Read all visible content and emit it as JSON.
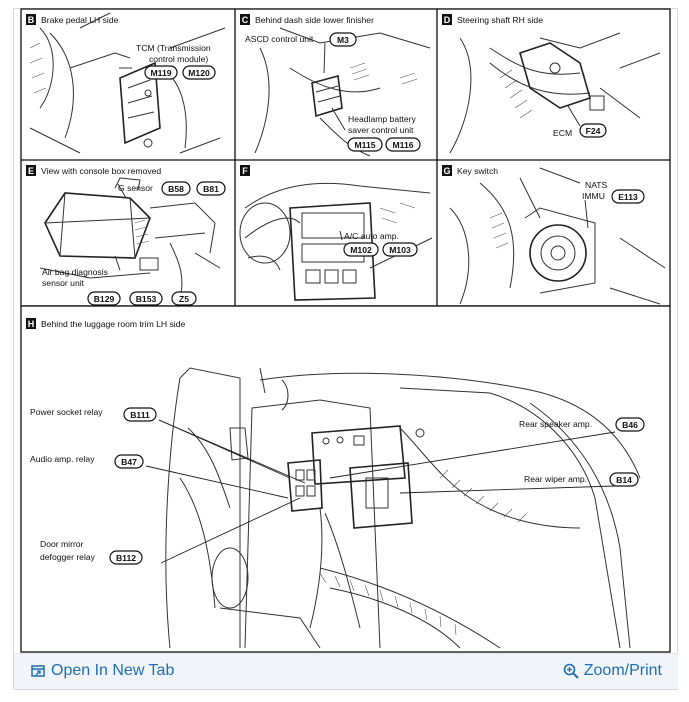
{
  "panels": {
    "B": {
      "letter": "B",
      "title": "Brake pedal LH side",
      "labels": [
        "TCM (Transmission",
        "control module)"
      ],
      "connectors": [
        "M119",
        "M120"
      ]
    },
    "C": {
      "letter": "C",
      "title": "Behind dash side lower  finisher",
      "labels": [
        "ASCD control unit",
        "Headlamp battery",
        "saver control unit"
      ],
      "connectors": [
        "M3",
        "M115",
        "M116"
      ]
    },
    "D": {
      "letter": "D",
      "title": "Steering shaft RH side",
      "labels": [
        "ECM"
      ],
      "connectors": [
        "F24"
      ]
    },
    "E": {
      "letter": "E",
      "title": "View with console box removed",
      "labels": [
        "G sensor",
        "Air bag diagnosis",
        "sensor unit"
      ],
      "connectors": [
        "B58",
        "B81",
        "B129",
        "B153",
        "Z5"
      ]
    },
    "F": {
      "letter": "F",
      "title": "",
      "labels": [
        "A/C auto amp."
      ],
      "connectors": [
        "M102",
        "M103"
      ]
    },
    "G": {
      "letter": "G",
      "title": "Key switch",
      "labels": [
        "NATS",
        "IMMU"
      ],
      "connectors": [
        "E113"
      ]
    },
    "H": {
      "letter": "H",
      "title": "Behind the luggage room trim LH side",
      "labels": [
        "Power socket relay",
        "Audio amp. relay",
        "Door mirror",
        "defogger relay",
        "Rear speaker amp.",
        "Rear wiper amp."
      ],
      "connectors": [
        "B111",
        "B47",
        "B112",
        "B46",
        "B14"
      ]
    }
  },
  "footer": {
    "open_label": "Open In New Tab",
    "zoom_label": "Zoom/Print"
  },
  "colors": {
    "link": "#1e70b4",
    "footer_bg": "#f1f4f8",
    "ink": "#111111"
  },
  "icons": [
    "open-in-new-tab-icon",
    "zoom-icon"
  ]
}
